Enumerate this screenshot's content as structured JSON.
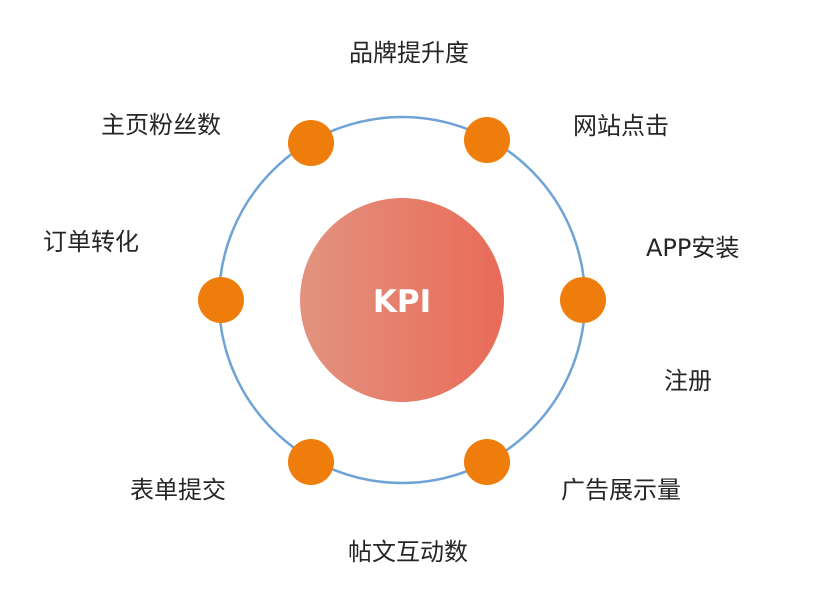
{
  "center": {
    "label": "KPI"
  },
  "labels": {
    "top": "品牌提升度",
    "top_right": "网站点击",
    "right_upper": "APP安装",
    "right_lower": "注册",
    "bottom_right": "广告展示量",
    "bottom": "帖文互动数",
    "bottom_left": "表单提交",
    "left": "订单转化",
    "top_left": "主页粉丝数"
  },
  "colors": {
    "ring": "#6fa3d6",
    "node": "#ef7d0b",
    "center_gradient_start": "#e2937f",
    "center_gradient_end": "#e96b58",
    "text": "#262626"
  }
}
